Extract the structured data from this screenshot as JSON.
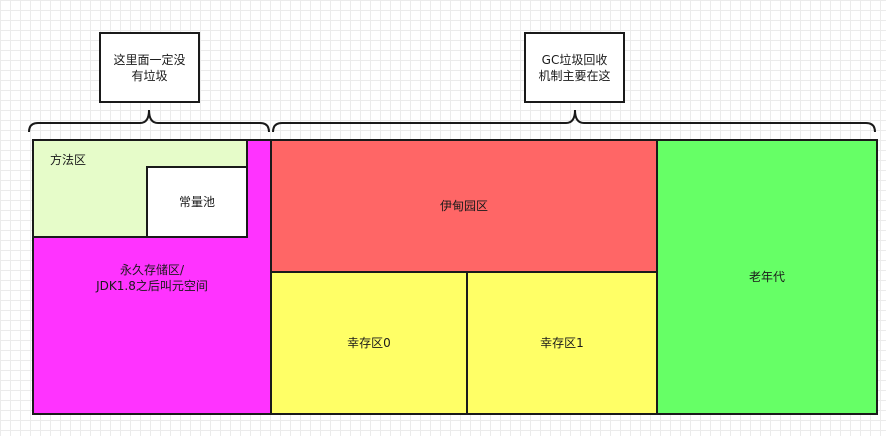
{
  "callouts": {
    "no_garbage": "这里面一定没\n有垃圾",
    "gc_main": "GC垃圾回收\n机制主要在这"
  },
  "regions": {
    "method_area": "方法区",
    "constant_pool": "常量池",
    "permanent": "永久存储区/\nJDK1.8之后叫元空间",
    "eden": "伊甸园区",
    "survivor0": "幸存区0",
    "survivor1": "幸存区1",
    "old_gen": "老年代"
  },
  "colors": {
    "method_area": "#e6fcc9",
    "constant_pool": "#ffffff",
    "permanent": "#ff33ff",
    "eden": "#ff6666",
    "survivor": "#ffff66",
    "old_gen": "#66ff66",
    "border": "#1a1a1a"
  }
}
